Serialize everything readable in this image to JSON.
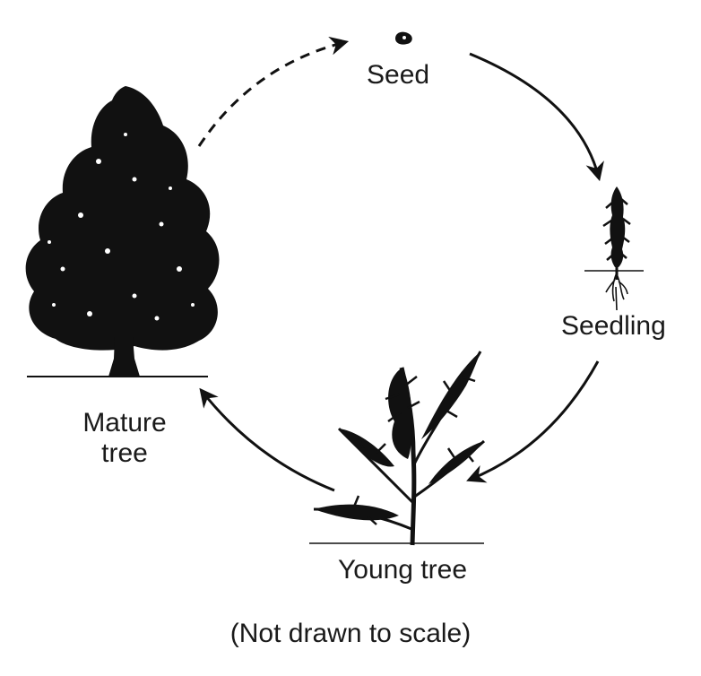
{
  "labels": {
    "seed": "Seed",
    "seedling": "Seedling",
    "young_tree": "Young tree",
    "mature_tree_line1": "Mature",
    "mature_tree_line2": "tree",
    "scale_note": "(Not drawn to scale)"
  },
  "colors": {
    "ink": "#111111",
    "background": "#ffffff"
  },
  "icons": [
    "seed-icon",
    "seedling-icon",
    "young-tree-icon",
    "mature-tree-icon"
  ],
  "arrows": [
    {
      "from": "seed",
      "to": "seedling",
      "style": "solid"
    },
    {
      "from": "seedling",
      "to": "young_tree",
      "style": "solid"
    },
    {
      "from": "young_tree",
      "to": "mature_tree",
      "style": "solid"
    },
    {
      "from": "mature_tree",
      "to": "seed",
      "style": "dashed"
    }
  ]
}
